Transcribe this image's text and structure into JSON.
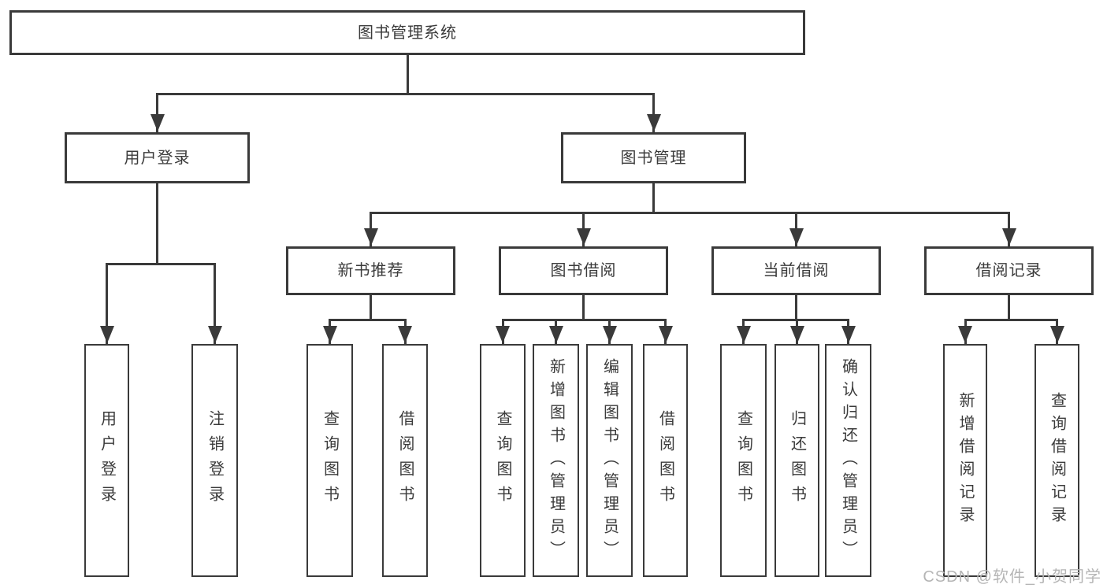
{
  "diagram": {
    "type": "hierarchy",
    "title": "图书管理系统",
    "nodes": [
      {
        "id": "root",
        "label": "图书管理系统",
        "parent": null
      },
      {
        "id": "user-login",
        "label": "用户登录",
        "parent": "root"
      },
      {
        "id": "book-mgmt",
        "label": "图书管理",
        "parent": "root"
      },
      {
        "id": "login",
        "label": "用户登录",
        "parent": "user-login"
      },
      {
        "id": "logout",
        "label": "注销登录",
        "parent": "user-login"
      },
      {
        "id": "new-book-rec",
        "label": "新书推荐",
        "parent": "book-mgmt"
      },
      {
        "id": "book-borrow",
        "label": "图书借阅",
        "parent": "book-mgmt"
      },
      {
        "id": "current-borrow",
        "label": "当前借阅",
        "parent": "book-mgmt"
      },
      {
        "id": "borrow-record",
        "label": "借阅记录",
        "parent": "book-mgmt"
      },
      {
        "id": "rec-search",
        "label": "查询图书",
        "parent": "new-book-rec"
      },
      {
        "id": "rec-borrow",
        "label": "借阅图书",
        "parent": "new-book-rec"
      },
      {
        "id": "bb-search",
        "label": "查询图书",
        "parent": "book-borrow"
      },
      {
        "id": "bb-add",
        "label": "新增图书（管理员）",
        "parent": "book-borrow"
      },
      {
        "id": "bb-edit",
        "label": "编辑图书（管理员）",
        "parent": "book-borrow"
      },
      {
        "id": "bb-borrow",
        "label": "借阅图书",
        "parent": "book-borrow"
      },
      {
        "id": "cb-search",
        "label": "查询图书",
        "parent": "current-borrow"
      },
      {
        "id": "cb-return",
        "label": "归还图书",
        "parent": "current-borrow"
      },
      {
        "id": "cb-confirm",
        "label": "确认归还（管理员）",
        "parent": "current-borrow"
      },
      {
        "id": "br-add",
        "label": "新增借阅记录",
        "parent": "borrow-record"
      },
      {
        "id": "br-search",
        "label": "查询借阅记录",
        "parent": "borrow-record"
      }
    ]
  },
  "watermark": {
    "text": "CSDN @软件_小贺同学"
  },
  "colors": {
    "line": "#3a3a3a",
    "background": "#ffffff",
    "watermark": "#b5b5b5"
  }
}
